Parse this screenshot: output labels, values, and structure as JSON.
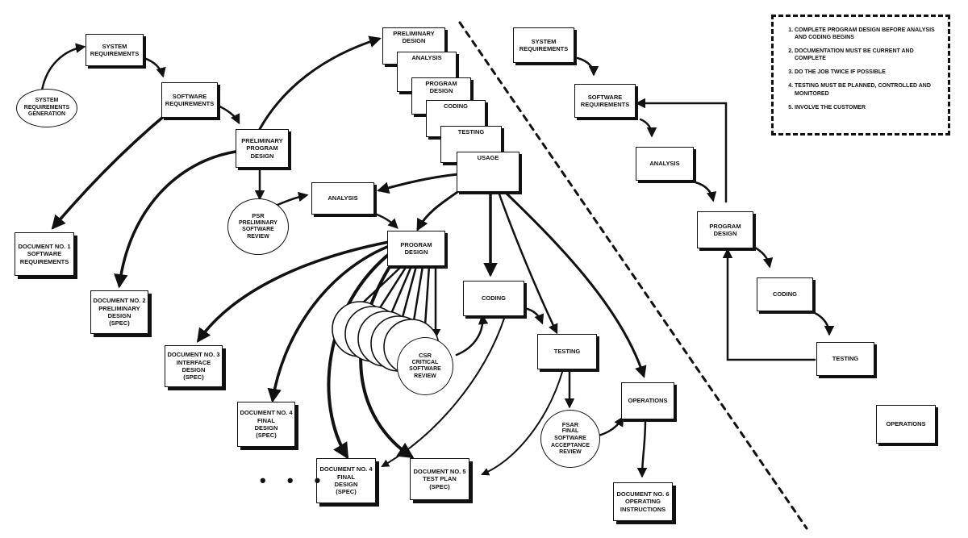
{
  "boxes": {
    "sys_req_gen": "SYSTEM\nREQUIREMENTS\nGENERATION",
    "sys_req_left": "SYSTEM\nREQUIREMENTS",
    "sw_req_left": "SOFTWARE\nREQUIREMENTS",
    "prelim_prog_design": "PRELIMINARY\nPROGRAM\nDESIGN",
    "stack_prelim_design": "PRELIMINARY\nDESIGN",
    "stack_analysis": "ANALYSIS",
    "stack_program_design": "PROGRAM\nDESIGN",
    "stack_coding": "CODING",
    "stack_testing": "TESTING",
    "stack_usage": "USAGE",
    "analysis_mid": "ANALYSIS",
    "program_design_mid": "PROGRAM\nDESIGN",
    "coding_mid": "CODING",
    "testing_mid": "TESTING",
    "operations_mid": "OPERATIONS",
    "sys_req_right": "SYSTEM\nREQUIREMENTS",
    "sw_req_right": "SOFTWARE\nREQUIREMENTS",
    "analysis_right": "ANALYSIS",
    "program_design_right": "PROGRAM\nDESIGN",
    "coding_right": "CODING",
    "testing_right": "TESTING",
    "operations_right": "OPERATIONS"
  },
  "documents": {
    "doc1": "DOCUMENT NO. 1\nSOFTWARE\nREQUIREMENTS",
    "doc2": "DOCUMENT NO. 2\nPRELIMINARY\nDESIGN\n(SPEC)",
    "doc3": "DOCUMENT NO. 3\nINTERFACE\nDESIGN\n(SPEC)",
    "doc4a": "DOCUMENT NO. 4\nFINAL\nDESIGN\n(SPEC)",
    "doc4b": "DOCUMENT NO. 4\nFINAL\nDESIGN\n(SPEC)",
    "doc5": "DOCUMENT NO. 5\nTEST PLAN\n(SPEC)",
    "doc6": "DOCUMENT NO. 6\nOPERATING\nINSTRUCTIONS"
  },
  "reviews": {
    "psr_abbr": "PSR",
    "psr_text": "PRELIMINARY\nSOFTWARE\nREVIEW",
    "csr_abbr": "CSR",
    "csr_text": "CRITICAL\nSOFTWARE\nREVIEW",
    "fsar_abbr": "FSAR",
    "fsar_text": "FINAL\nSOFTWARE\nACCEPTANCE\nREVIEW"
  },
  "legend": [
    "COMPLETE PROGRAM DESIGN BEFORE ANALYSIS AND CODING BEGINS",
    "DOCUMENTATION MUST BE CURRENT AND COMPLETE",
    "DO THE JOB TWICE IF POSSIBLE",
    "TESTING MUST BE PLANNED, CONTROLLED AND MONITORED",
    "INVOLVE THE CUSTOMER"
  ],
  "ellipsis": "• • •"
}
